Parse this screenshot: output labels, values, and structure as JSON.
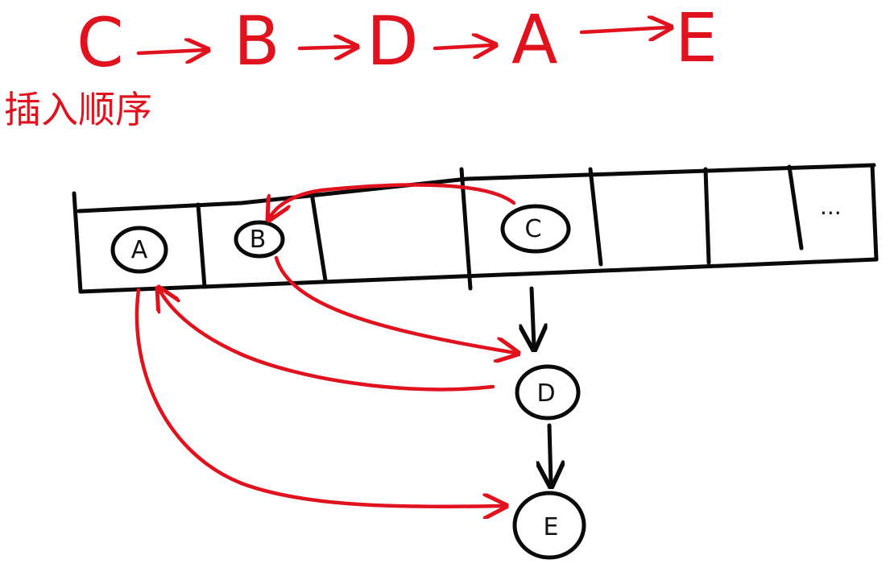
{
  "insertion_sequence": {
    "items": [
      "C",
      "B",
      "D",
      "A",
      "E"
    ]
  },
  "caption": "插入顺序",
  "array": {
    "ellipsis": "...",
    "slot_nodes": [
      {
        "slot": 0,
        "label": "A"
      },
      {
        "slot": 1,
        "label": "B"
      },
      {
        "slot": 3,
        "label": "C"
      }
    ]
  },
  "chain_nodes": [
    {
      "label": "D"
    },
    {
      "label": "E"
    }
  ],
  "colors": {
    "ink": "#0a0a0a",
    "annotation": "#e0121e"
  }
}
